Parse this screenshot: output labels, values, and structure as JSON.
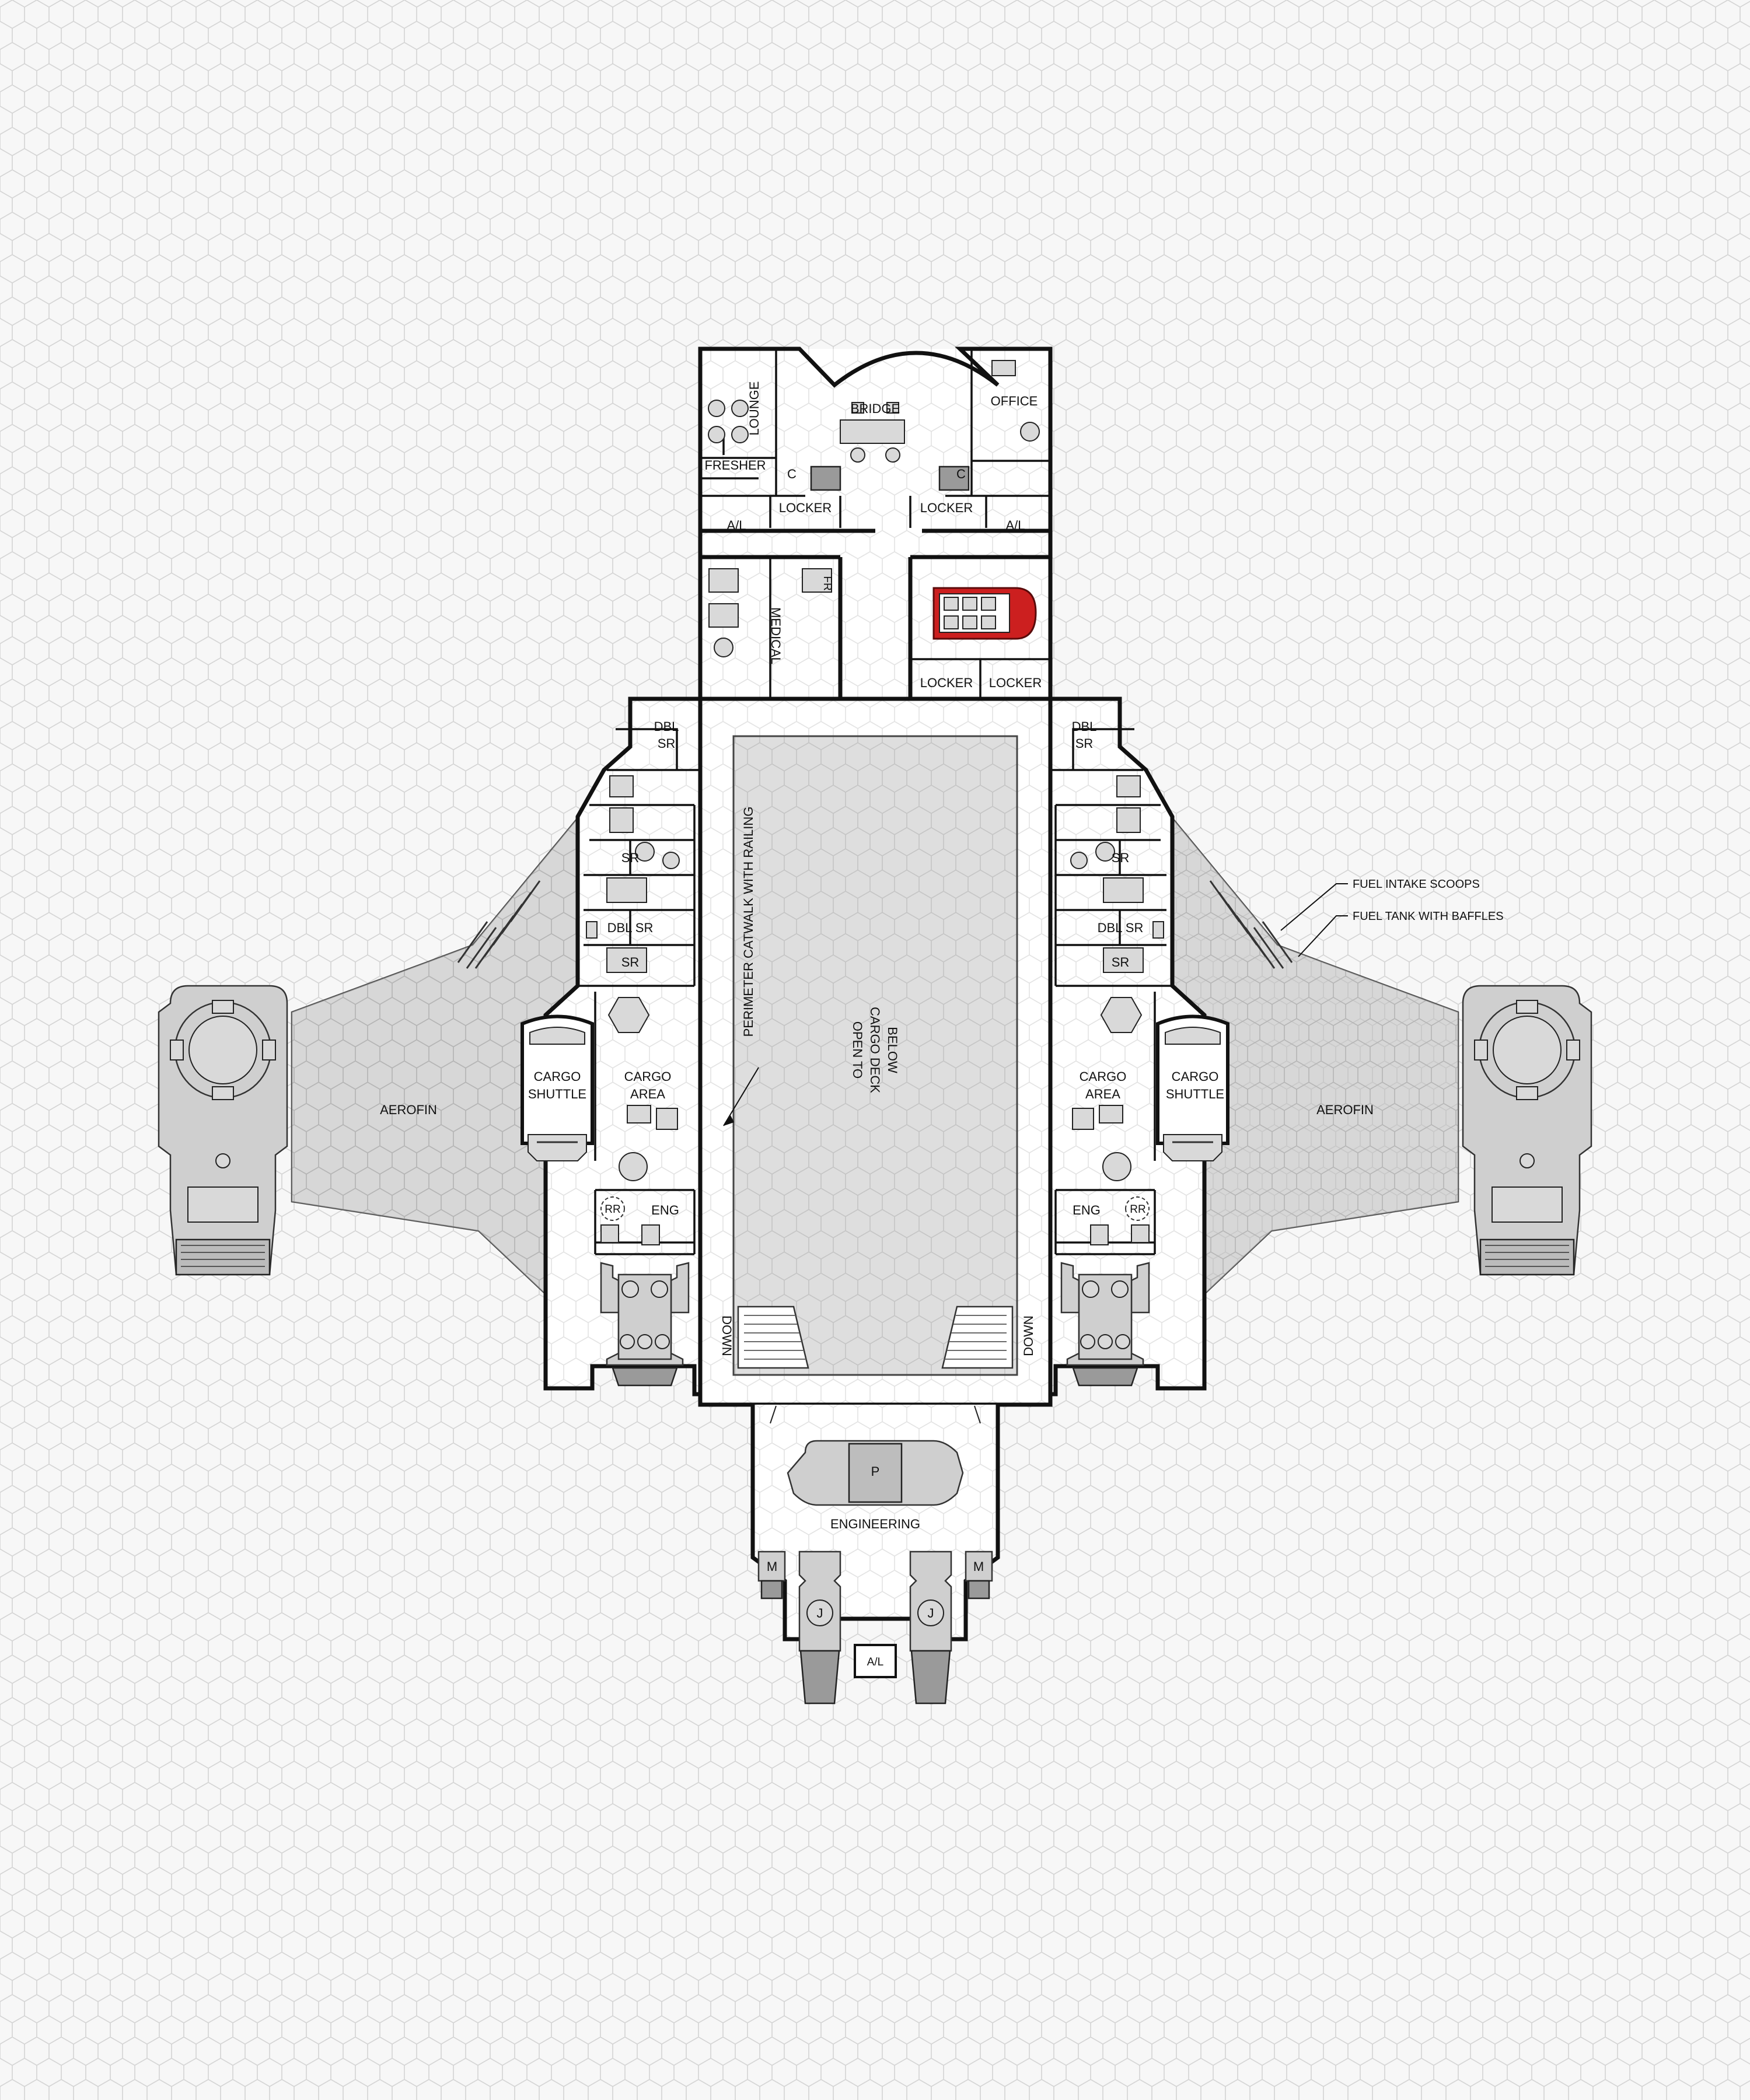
{
  "colors": {
    "background": "#f7f7f7",
    "hex_grid": "#d3d3d3",
    "hull_wall": "#111111",
    "aerofin_fill": "#bdbdbd",
    "equipment_grey": "#cfcfcf",
    "highlight_vehicle": "#cc1f1f"
  },
  "rooms": {
    "lounge": "LOUNGE",
    "bridge": "BRIDGE",
    "office": "OFFICE",
    "fresher": "FRESHER",
    "console_c": "C",
    "locker": "LOCKER",
    "airlock": "A/L",
    "medical": "MEDICAL",
    "fridge": "FR",
    "dbl_sr_line1": "DBL",
    "dbl_sr_line2": "SR",
    "sr": "SR",
    "dbl_sr": "DBL SR",
    "cargo_shuttle_line1": "CARGO",
    "cargo_shuttle_line2": "SHUTTLE",
    "cargo_area_line1": "CARGO",
    "cargo_area_line2": "AREA",
    "rr": "RR",
    "eng": "ENG",
    "down": "DOWN",
    "open_line1": "OPEN TO",
    "open_line2": "CARGO DECK",
    "open_line3": "BELOW",
    "catwalk": "PERIMETER CATWALK WITH RAILING",
    "aerofin": "AEROFIN",
    "engineering": "ENGINEERING",
    "power_plant": "P",
    "maneuver": "M",
    "jump": "J"
  },
  "callouts": {
    "intake": "FUEL INTAKE SCOOPS",
    "tank": "FUEL TANK WITH BAFFLES"
  }
}
